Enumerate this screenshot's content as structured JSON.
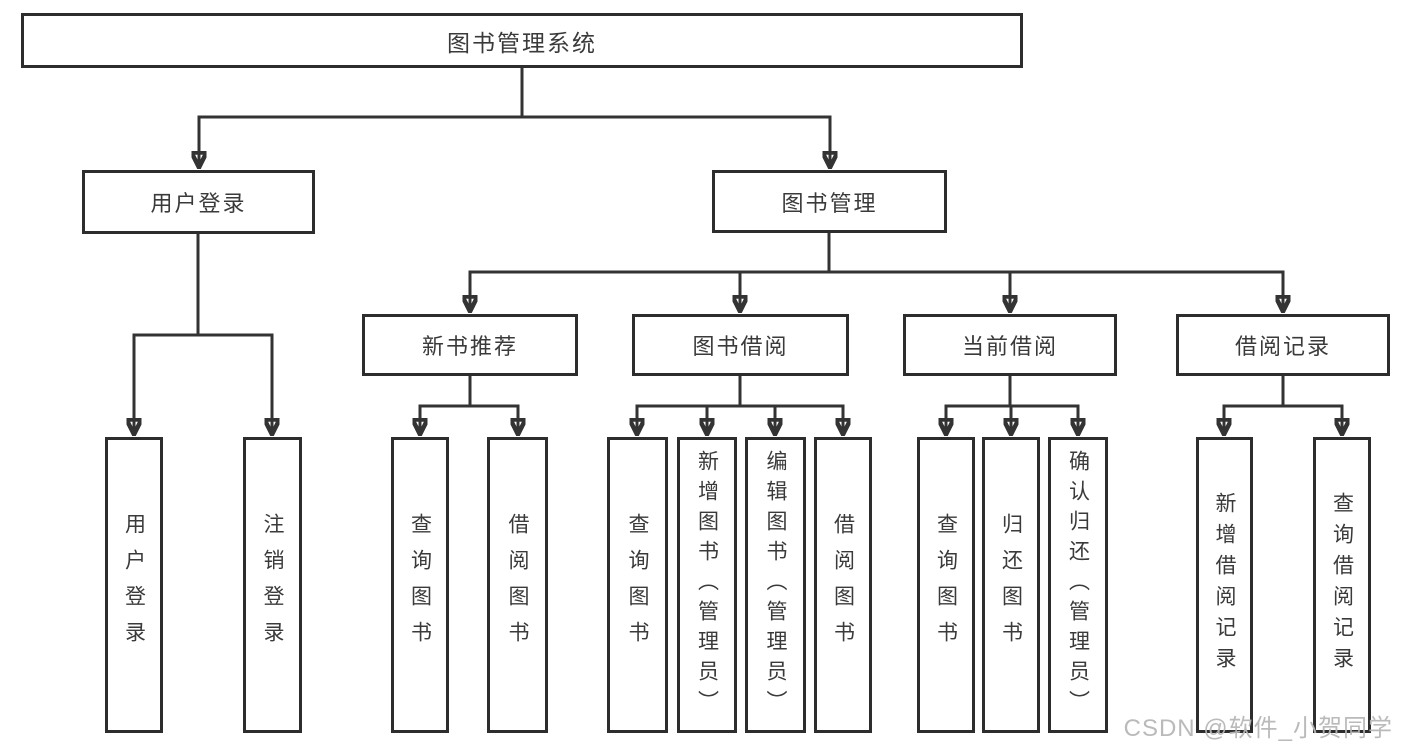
{
  "diagram": {
    "root": {
      "label": "图书管理系统"
    },
    "level2": [
      {
        "label": "用户登录",
        "children": [
          "用户登录",
          "注销登录"
        ]
      },
      {
        "label": "图书管理"
      }
    ],
    "level3": [
      {
        "label": "新书推荐",
        "children": [
          "查询图书",
          "借阅图书"
        ]
      },
      {
        "label": "图书借阅",
        "children": [
          "查询图书",
          "新增图书（管理员）",
          "编辑图书（管理员）",
          "借阅图书"
        ]
      },
      {
        "label": "当前借阅",
        "children": [
          "查询图书",
          "归还图书",
          "确认归还（管理员）"
        ]
      },
      {
        "label": "借阅记录",
        "children": [
          "新增借阅记录",
          "查询借阅记录"
        ]
      }
    ],
    "watermark": "CSDN @软件_小贺同学",
    "colors": {
      "line": "#333333",
      "border": "#2d2d2d",
      "text": "#3a3a3a",
      "watermark": "#b6b6b6",
      "background": "#ffffff"
    }
  }
}
